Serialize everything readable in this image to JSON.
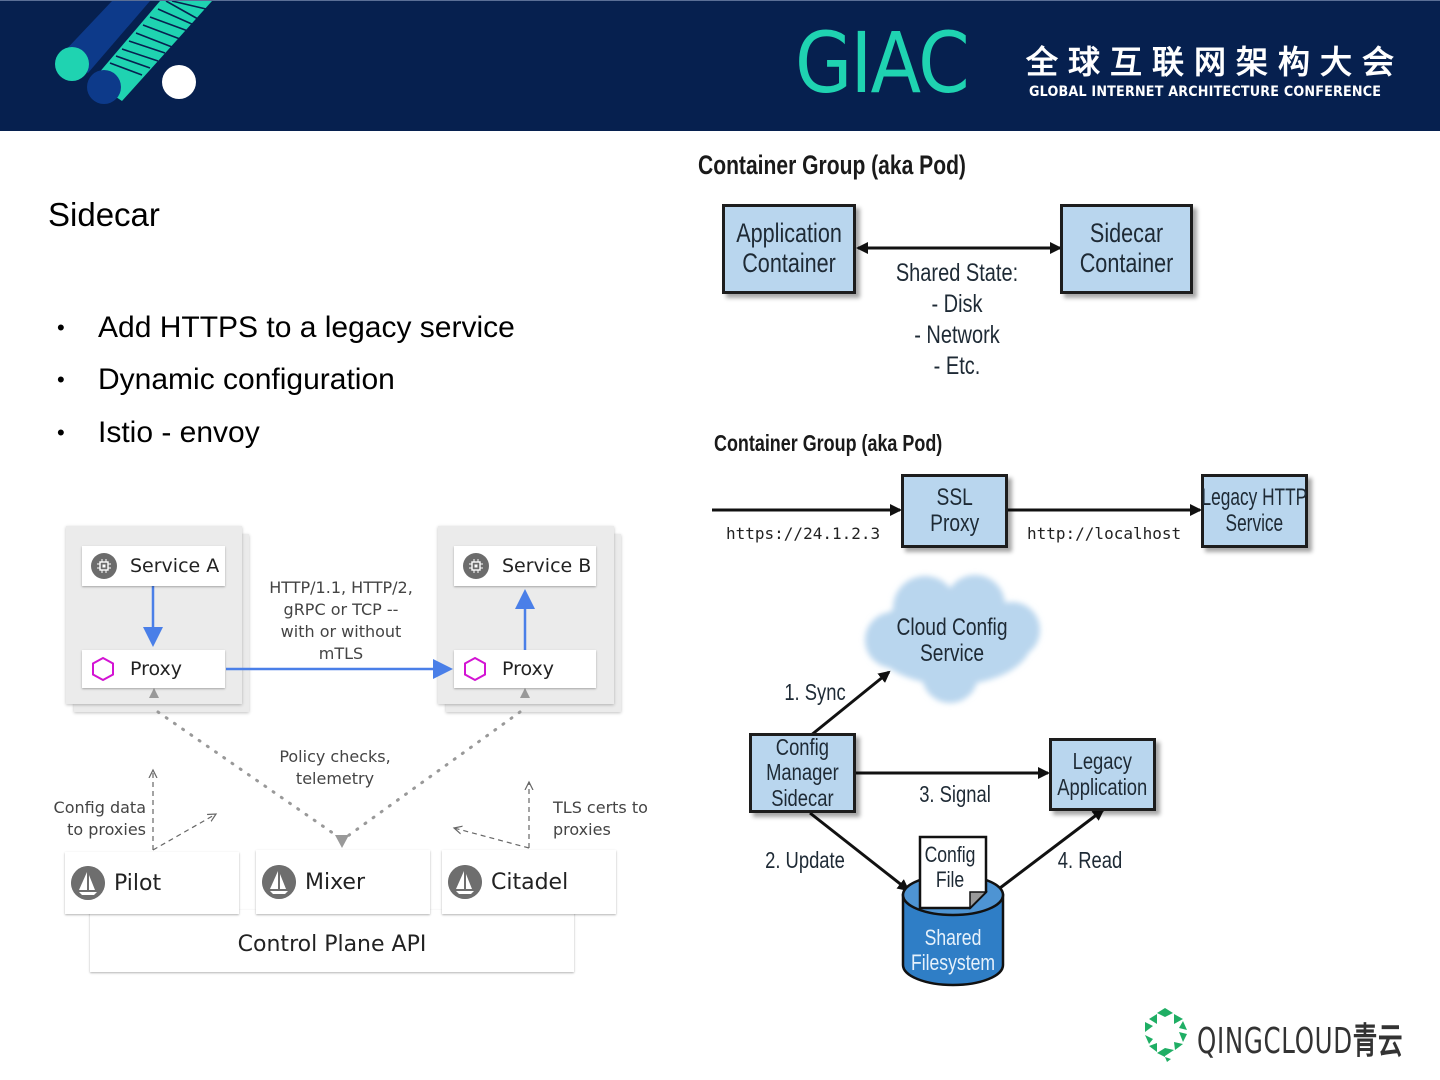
{
  "header": {
    "brand": "GIAC",
    "conference_cn": "全球互联网架构大会",
    "conference_en": "GLOBAL INTERNET ARCHITECTURE CONFERENCE",
    "colors": {
      "background": "#06204f",
      "accent": "#1fd3b1"
    }
  },
  "slide": {
    "title": "Sidecar",
    "bullets": [
      "Add HTTPS to a legacy service",
      "Dynamic configuration",
      "Istio - envoy"
    ]
  },
  "istio_diagram": {
    "service_a": "Service A",
    "service_b": "Service B",
    "proxy_a": "Proxy",
    "proxy_b": "Proxy",
    "protocol_note": [
      "HTTP/1.1, HTTP/2,",
      "gRPC or TCP --",
      "with or without",
      "mTLS"
    ],
    "policy_note": [
      "Policy checks,",
      "telemetry"
    ],
    "config_note": [
      "Config data",
      "to proxies"
    ],
    "tls_note": [
      "TLS certs to",
      "proxies"
    ],
    "pilot": "Pilot",
    "mixer": "Mixer",
    "citadel": "Citadel",
    "control_plane": "Control Plane API",
    "colors": {
      "arrow": "#4a7fe8",
      "proxy_icon": "#d313d3"
    }
  },
  "pod_diagram": {
    "title": "Container Group (aka Pod)",
    "app_container": [
      "Application",
      "Container"
    ],
    "sidecar_container": [
      "Sidecar",
      "Container"
    ],
    "shared_state": [
      "Shared State:",
      "- Disk",
      "- Network",
      "- Etc."
    ]
  },
  "ssl_diagram": {
    "title": "Container Group (aka Pod)",
    "incoming_url": "https://24.1.2.3",
    "ssl_proxy": [
      "SSL",
      "Proxy"
    ],
    "local_url": "http://localhost",
    "legacy_service": [
      "Legacy HTTP",
      "Service"
    ]
  },
  "config_diagram": {
    "cloud": [
      "Cloud Config",
      "Service"
    ],
    "config_manager": [
      "Config",
      "Manager",
      "Sidecar"
    ],
    "legacy_app": [
      "Legacy",
      "Application"
    ],
    "config_file": [
      "Config",
      "File"
    ],
    "shared_fs": [
      "Shared",
      "Filesystem"
    ],
    "steps": {
      "sync": "1. Sync",
      "update": "2. Update",
      "signal": "3. Signal",
      "read": "4. Read"
    }
  },
  "footer": {
    "logo_text": "QINGCLOUD",
    "logo_cn": "青云",
    "logo_color": "#1fae64"
  }
}
